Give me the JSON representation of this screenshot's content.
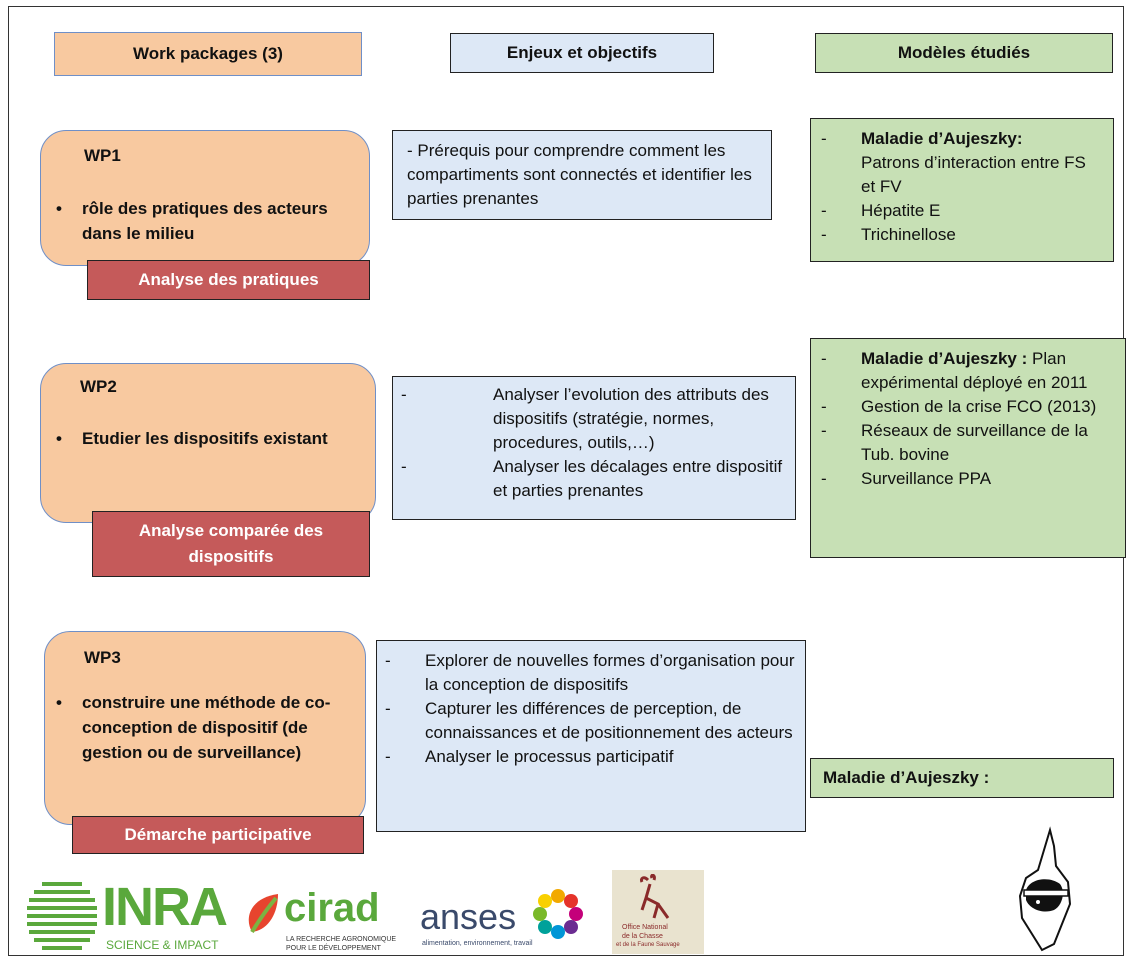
{
  "headers": {
    "work_packages": "Work packages (3)",
    "enjeux": "Enjeux et objectifs",
    "modeles": "Modèles étudiés"
  },
  "wp1": {
    "title": "WP1",
    "bullet": "rôle des pratiques des acteurs dans le milieu",
    "tag": "Analyse des pratiques",
    "enjeux": "- Prérequis pour comprendre comment les compartiments sont connectés et identifier les parties prenantes",
    "modeles": [
      {
        "bold": "Maladie d’Aujeszky:",
        "text": "Patrons d’interaction entre FS et FV"
      },
      {
        "bold": "",
        "text": "Hépatite E"
      },
      {
        "bold": "",
        "text": "Trichinellose"
      }
    ]
  },
  "wp2": {
    "title": "WP2",
    "bullet": "Etudier les dispositifs existant",
    "tag": "Analyse comparée des dispositifs",
    "enjeux": [
      "Analyser l’evolution des attributs des dispositifs (stratégie, normes, procedures, outils,…)",
      "Analyser les décalages entre dispositif et parties prenantes"
    ],
    "modeles": [
      {
        "bold": "Maladie d’Aujeszky :",
        "text": " Plan expérimental déployé en 2011"
      },
      {
        "bold": "",
        "text": "Gestion de la crise FCO (2013)"
      },
      {
        "bold": "",
        "text": "Réseaux de surveillance de la Tub. bovine"
      },
      {
        "bold": "",
        "text": "Surveillance PPA"
      }
    ]
  },
  "wp3": {
    "title": "WP3",
    "bullet": "construire une méthode de co-conception de dispositif (de gestion ou de surveillance)",
    "tag": "Démarche participative",
    "enjeux": [
      "Explorer de nouvelles formes d’organisation pour la conception de dispositifs",
      "Capturer les différences de perception, de connaissances et de positionnement des acteurs",
      "Analyser le processus participatif"
    ],
    "modeles": "Maladie d’Aujeszky :"
  },
  "logos": {
    "inra": "INRA",
    "inra_sub": "SCIENCE & IMPACT",
    "cirad": "cirad",
    "cirad_sub1": "LA RECHERCHE AGRONOMIQUE",
    "cirad_sub2": "POUR LE DÉVELOPPEMENT",
    "anses": "anses",
    "anses_sub": "alimentation, environnement, travail",
    "oncfs1": "Office National",
    "oncfs2": "de la Chasse",
    "oncfs3": "et de la Faune Sauvage"
  },
  "colors": {
    "peach": "#f8c9a0",
    "blue": "#dde8f6",
    "green": "#c7e0b5",
    "tag_red": "#c55a5a",
    "inra_green": "#5aa83c",
    "anses_blue": "#3a4a6b"
  }
}
